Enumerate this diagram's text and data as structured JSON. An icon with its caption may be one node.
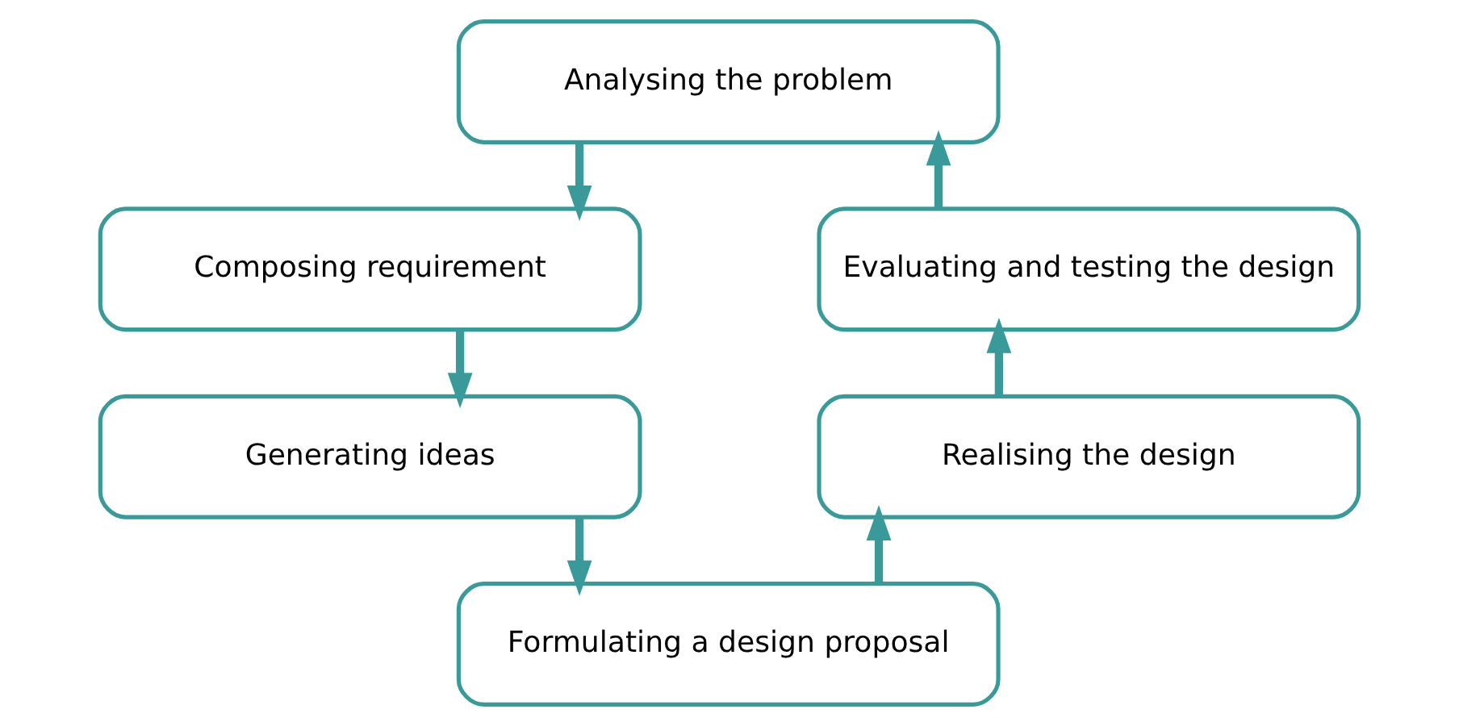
{
  "diagram": {
    "nodes": [
      {
        "text": [
          "Analysing the problem"
        ]
      },
      {
        "text": [
          "Composing requirement"
        ]
      },
      {
        "text": [
          "Generating ideas"
        ]
      },
      {
        "text": [
          "Formulating a design proposal"
        ]
      },
      {
        "text": [
          "Realising the design"
        ]
      },
      {
        "text": [
          "Evaluating and testing the design"
        ]
      }
    ],
    "edges": [
      {
        "from": 0,
        "to": 1,
        "arrow": "to"
      },
      {
        "from": 1,
        "to": 2,
        "arrow": "to"
      },
      {
        "from": 2,
        "to": 3,
        "arrow": "to"
      },
      {
        "from": 3,
        "to": 4,
        "arrow": "to"
      },
      {
        "from": 4,
        "to": 5,
        "arrow": "to"
      },
      {
        "from": 5,
        "to": 0,
        "arrow": "to"
      }
    ]
  }
}
